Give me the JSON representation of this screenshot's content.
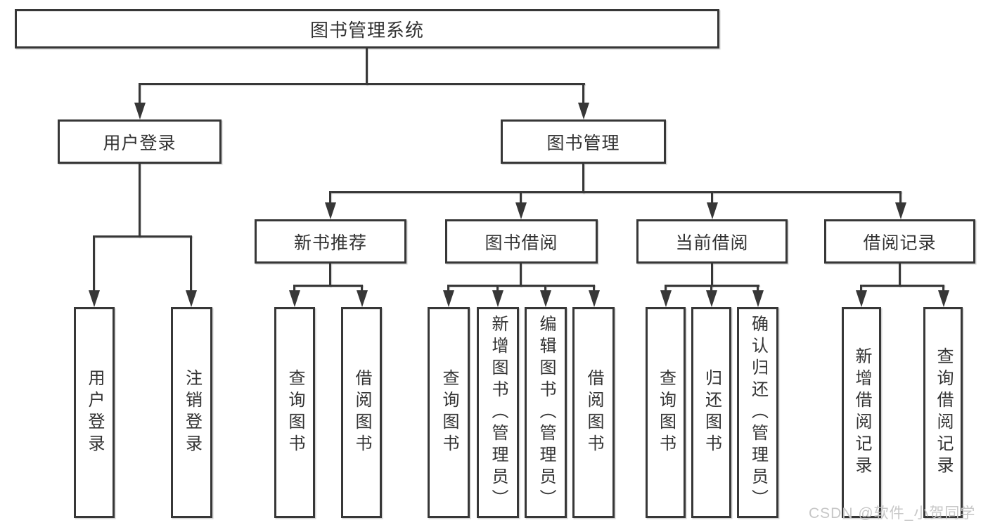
{
  "tree": {
    "root": {
      "label": "图书管理系统",
      "children": [
        {
          "label": "用户登录",
          "children": [
            {
              "label": "用户登录"
            },
            {
              "label": "注销登录"
            }
          ]
        },
        {
          "label": "图书管理",
          "children": [
            {
              "label": "新书推荐",
              "children": [
                {
                  "label": "查询图书"
                },
                {
                  "label": "借阅图书"
                }
              ]
            },
            {
              "label": "图书借阅",
              "children": [
                {
                  "label": "查询图书"
                },
                {
                  "label": "新增图书（管理员）"
                },
                {
                  "label": "编辑图书（管理员）"
                },
                {
                  "label": "借阅图书"
                }
              ]
            },
            {
              "label": "当前借阅",
              "children": [
                {
                  "label": "查询图书"
                },
                {
                  "label": "归还图书"
                },
                {
                  "label": "确认归还（管理员）"
                }
              ]
            },
            {
              "label": "借阅记录",
              "children": [
                {
                  "label": "新增借阅记录"
                },
                {
                  "label": "查询借阅记录"
                }
              ]
            }
          ]
        }
      ]
    }
  },
  "watermark": "CSDN @软件_小贺同学",
  "colors": {
    "line": "#373737",
    "text": "#333333",
    "watermark": "#c7c7c7",
    "background": "#ffffff"
  }
}
